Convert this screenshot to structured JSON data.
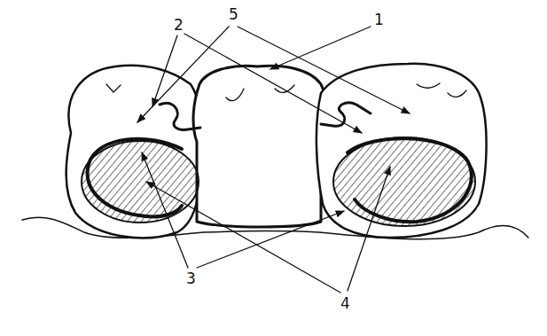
{
  "diagram": {
    "labels": [
      "2",
      "5",
      "1",
      "3",
      "4"
    ]
  }
}
